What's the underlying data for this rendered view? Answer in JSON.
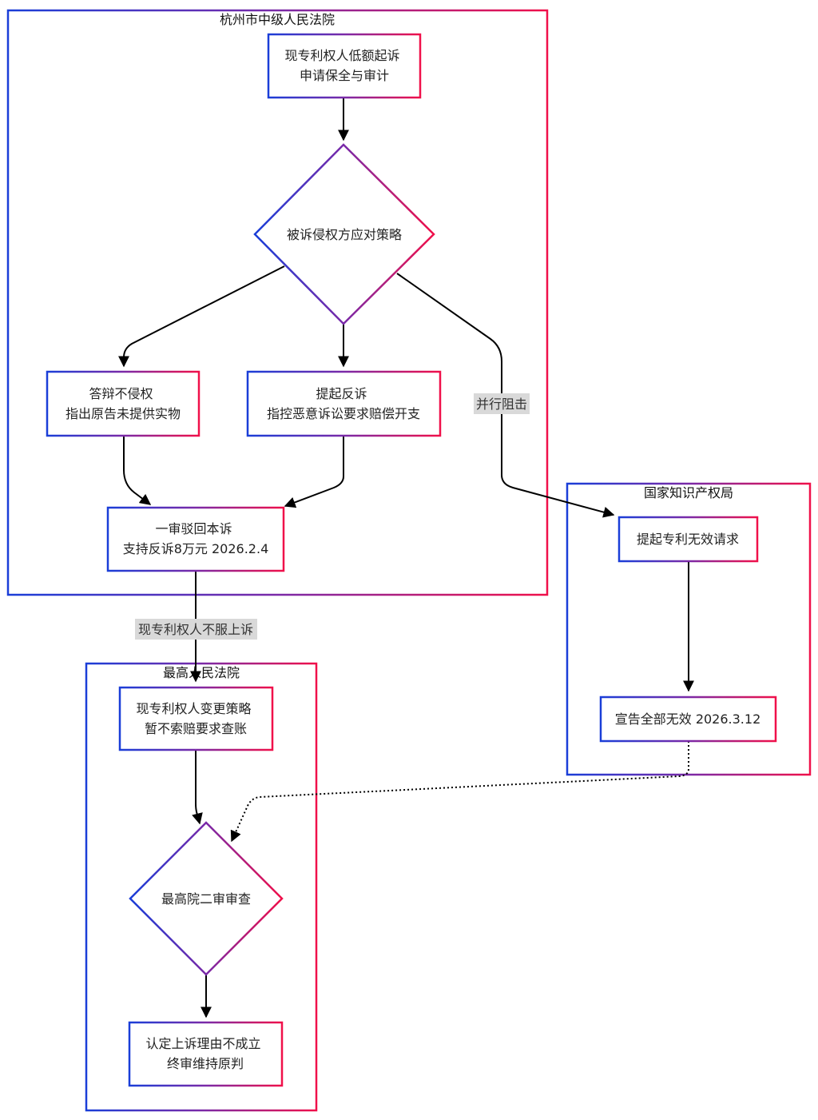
{
  "colors": {
    "gradient_start": "#1a3ed8",
    "gradient_mid": "#7a2aa8",
    "gradient_end": "#f0104a",
    "edge": "#000000",
    "label_background": "#d9d9d9"
  },
  "groups": {
    "hangzhou": {
      "title": "杭州市中级人民法院"
    },
    "cnipa": {
      "title": "国家知识产权局"
    },
    "supreme": {
      "title": "最高人民法院"
    }
  },
  "nodes": {
    "n1": {
      "lines": [
        "现专利权人低额起诉",
        "申请保全与审计"
      ]
    },
    "d1": {
      "lines": [
        "被诉侵权方应对策略"
      ]
    },
    "n2": {
      "lines": [
        "答辩不侵权",
        "指出原告未提供实物"
      ]
    },
    "n3": {
      "lines": [
        "提起反诉",
        "指控恶意诉讼要求赔偿开支"
      ]
    },
    "n4": {
      "lines": [
        "一审驳回本诉",
        "支持反诉8万元 2026.2.4"
      ]
    },
    "n5": {
      "lines": [
        "提起专利无效请求"
      ]
    },
    "n6": {
      "lines": [
        "宣告全部无效 2026.3.12"
      ]
    },
    "n7": {
      "lines": [
        "现专利权人变更策略",
        "暂不索赔要求查账"
      ]
    },
    "d2": {
      "lines": [
        "最高院二审审查"
      ]
    },
    "n8": {
      "lines": [
        "认定上诉理由不成立",
        "终审维持原判"
      ]
    }
  },
  "edge_labels": {
    "parallel": "并行阻击",
    "appeal": "现专利权人不服上诉"
  }
}
